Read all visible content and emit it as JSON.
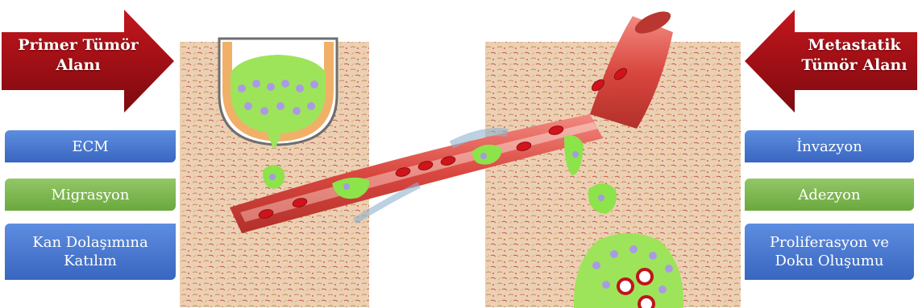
{
  "left_arrow": {
    "label": "Primer Tümör\nAlanı",
    "color": "#a50d14"
  },
  "right_arrow": {
    "label": "Metastatik\nTümör Alanı",
    "color": "#a50d14"
  },
  "left_stages": [
    {
      "label": "ECM",
      "color": "blue"
    },
    {
      "label": "Migrasyon",
      "color": "green"
    },
    {
      "label": "Kan Dolaşımına\nKatılım",
      "color": "blue"
    }
  ],
  "right_stages": [
    {
      "label": "İnvazyon",
      "color": "blue"
    },
    {
      "label": "Adezyon",
      "color": "green"
    },
    {
      "label": "Proliferasyon ve\nDoku Oluşumu",
      "color": "blue"
    }
  ],
  "colors": {
    "tissue": "#e9c8a8",
    "vessel": "#d9534f",
    "blood_cell": "#d0141c",
    "tumor_cell": "#8de34a",
    "nucleus": "#a29be0"
  }
}
